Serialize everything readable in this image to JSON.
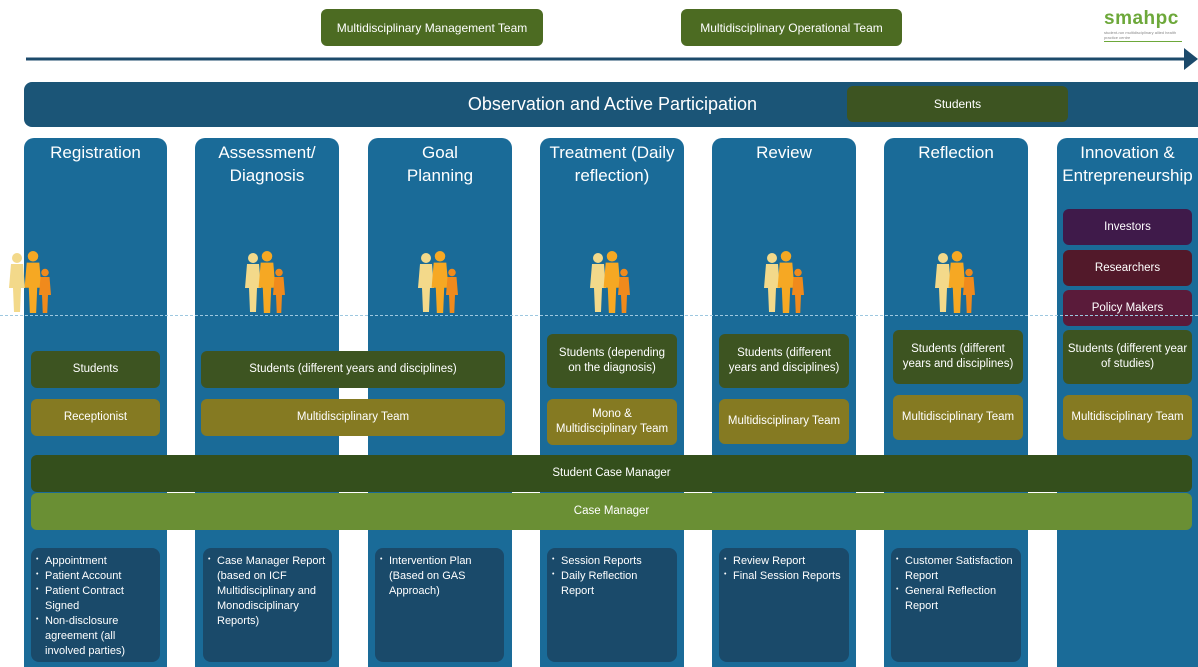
{
  "top_teams": [
    "Multidisciplinary Management Team",
    "Multidisciplinary Operational Team"
  ],
  "logo": {
    "text": "smahpc",
    "tagline": "student-run multidisciplinary allied health practice centre"
  },
  "banner": {
    "title": "Observation and Active Participation",
    "students": "Students"
  },
  "columns": [
    {
      "title": "Registration"
    },
    {
      "title": "Assessment/ Diagnosis"
    },
    {
      "title": "Goal Planning"
    },
    {
      "title": "Treatment (Daily reflection)"
    },
    {
      "title": "Review"
    },
    {
      "title": "Reflection"
    },
    {
      "title": "Innovation & Entrepreneurship"
    }
  ],
  "innovation": {
    "investors": "Investors",
    "researchers": "Researchers",
    "policy_makers": "Policy Makers"
  },
  "students_boxes": {
    "registration": "Students",
    "assessment_goal": "Students (different years and disciplines)",
    "treatment": "Students (depending on the diagnosis)",
    "review": "Students (different years and disciplines)",
    "reflection": "Students (different years and disciplines)",
    "innovation": "Students (different year of studies)"
  },
  "team_boxes": {
    "registration": "Receptionist",
    "assessment_goal": "Multidisciplinary Team",
    "treatment": "Mono & Multidisciplinary Team",
    "review": "Multidisciplinary Team",
    "reflection": "Multidisciplinary Team",
    "innovation": "Multidisciplinary Team"
  },
  "managers": {
    "student_case_manager": "Student Case Manager",
    "case_manager": "Case Manager"
  },
  "reports": {
    "registration": [
      "Appointment",
      "Patient Account",
      "Patient Contract Signed",
      "Non-disclosure agreement (all involved parties)"
    ],
    "assessment": [
      "Case Manager Report (based on ICF Multidisciplinary and Monodisciplinary Reports)"
    ],
    "goal": [
      "Intervention Plan (Based on GAS Approach)"
    ],
    "treatment": [
      "Session Reports",
      "Daily Reflection Report"
    ],
    "review": [
      "Review Report",
      "Final Session Reports"
    ],
    "reflection": [
      "Customer Satisfaction Report",
      "General Reflection Report"
    ]
  },
  "colors": {
    "column": "#1a6b98",
    "banner": "#1b5577",
    "green": "#3d5421",
    "olive": "#857a22",
    "light_green": "#6a8f34",
    "arrow": "#1c4a6b"
  }
}
